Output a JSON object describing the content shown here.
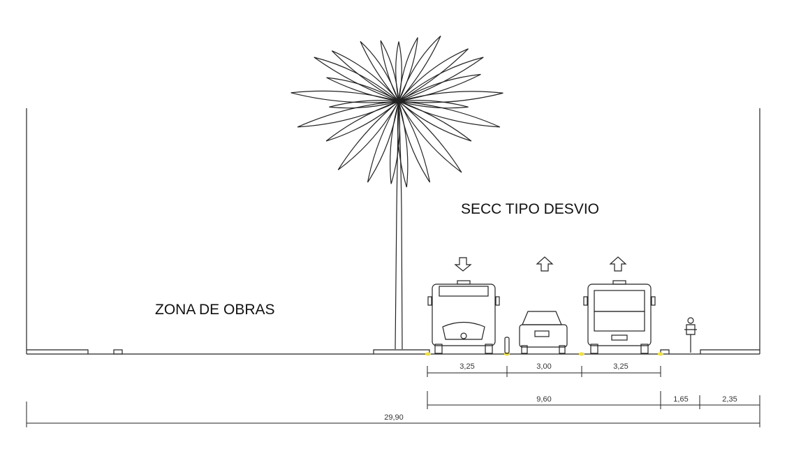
{
  "title": "SECC TIPO DESVIO",
  "zone_label": "ZONA DE OBRAS",
  "dimensions": {
    "lane_1": "3,25",
    "lane_2": "3,00",
    "lane_3": "3,25",
    "carriageway": "9,60",
    "bike_lane": "1,65",
    "sidewalk": "2,35",
    "total": "29,90"
  },
  "colors": {
    "lines": "#222222",
    "lane_marker": "#f0e040"
  }
}
